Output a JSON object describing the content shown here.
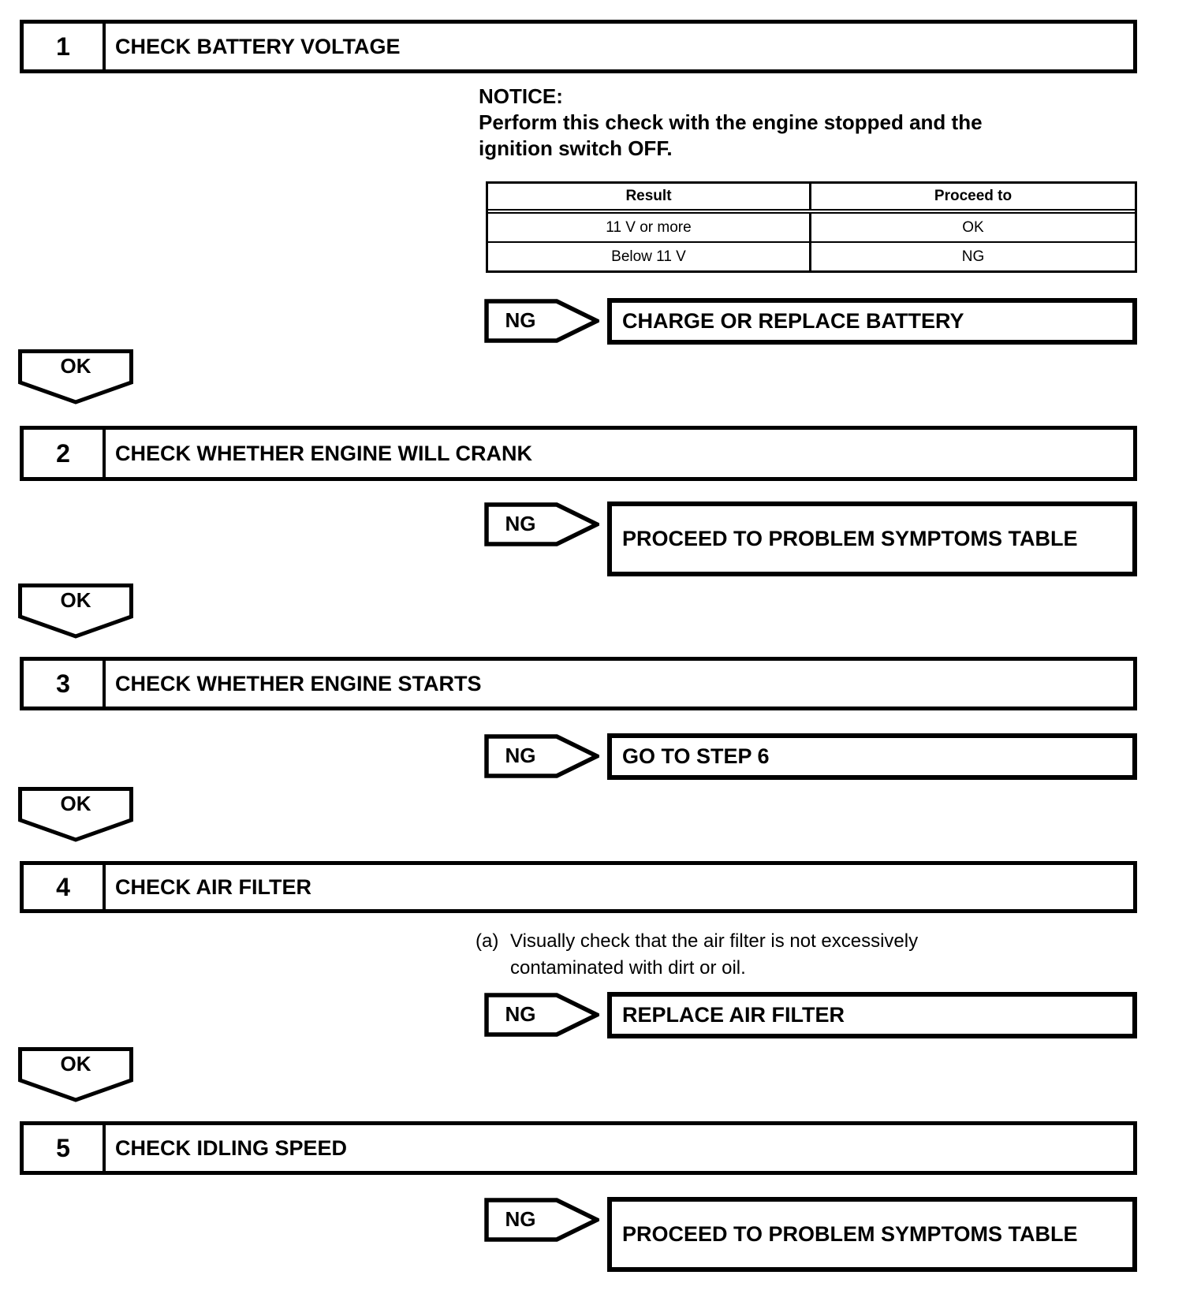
{
  "flowchart": {
    "ng_label": "NG",
    "ok_label": "OK",
    "steps": [
      {
        "number": "1",
        "title": "CHECK BATTERY VOLTAGE",
        "result": "CHARGE OR REPLACE BATTERY"
      },
      {
        "number": "2",
        "title": "CHECK WHETHER ENGINE WILL CRANK",
        "result": "PROCEED TO PROBLEM SYMPTOMS TABLE"
      },
      {
        "number": "3",
        "title": "CHECK WHETHER ENGINE STARTS",
        "result": "GO TO STEP 6"
      },
      {
        "number": "4",
        "title": "CHECK AIR FILTER",
        "result": "REPLACE AIR FILTER"
      },
      {
        "number": "5",
        "title": "CHECK IDLING SPEED",
        "result": "PROCEED TO PROBLEM SYMPTOMS TABLE"
      }
    ],
    "notice": {
      "heading": "NOTICE:",
      "body_line1": "Perform this check with the engine stopped and the",
      "body_line2": "ignition switch OFF."
    },
    "result_table": {
      "headers": [
        "Result",
        "Proceed to"
      ],
      "rows": [
        [
          "11 V or more",
          "OK"
        ],
        [
          "Below 11 V",
          "NG"
        ]
      ]
    },
    "step4_instruction": {
      "label": "(a)",
      "text": "Visually check that the air filter is not excessively contaminated with dirt or oil."
    }
  }
}
